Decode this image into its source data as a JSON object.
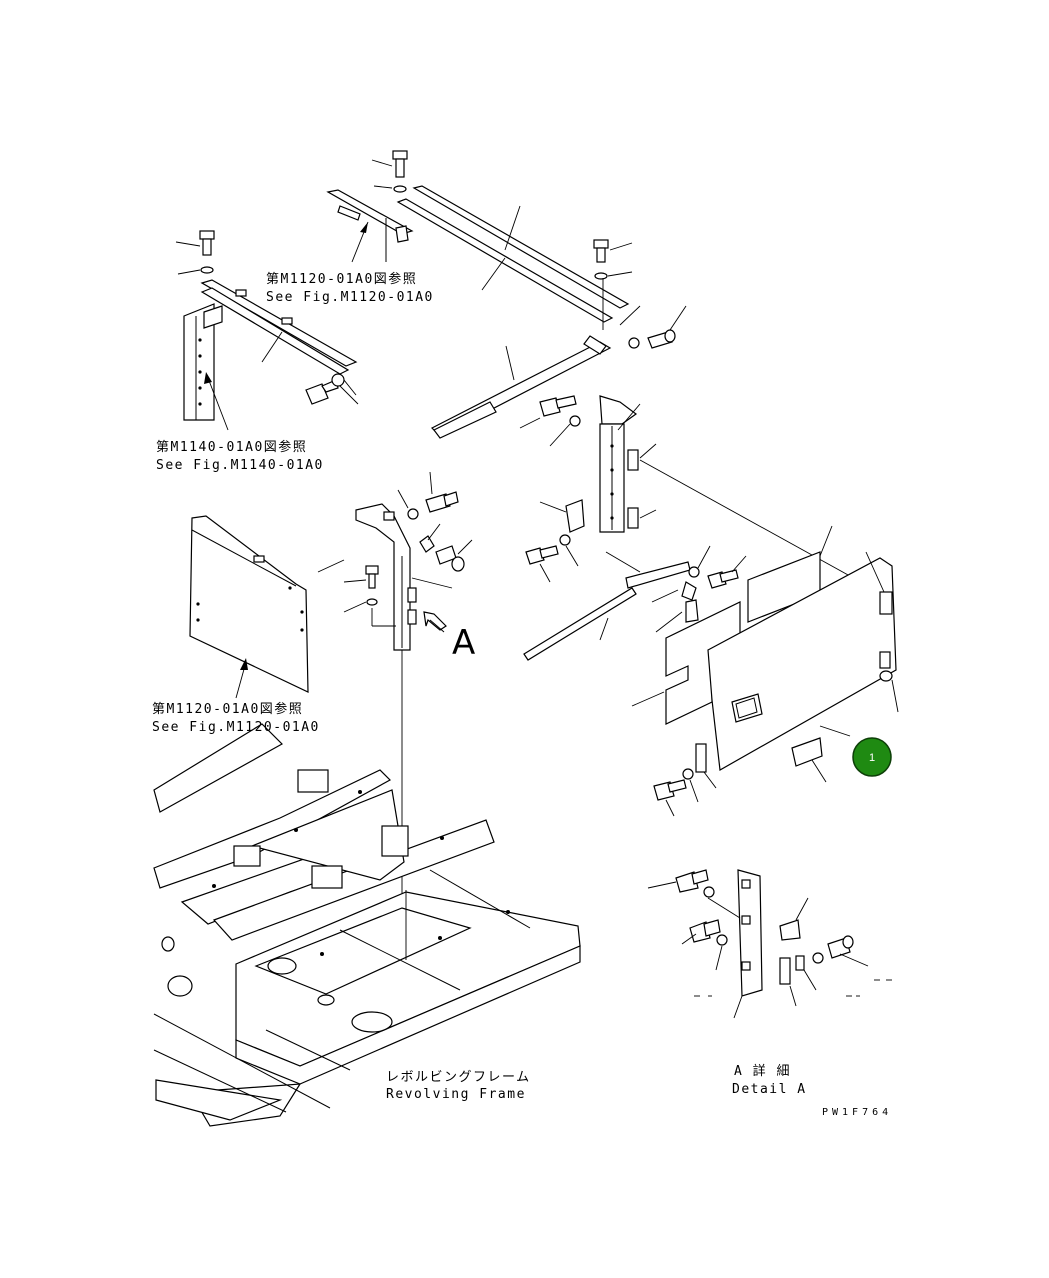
{
  "labels": {
    "ref_top_jp": "第M1120-01A0図参照",
    "ref_top_en": "See Fig.M1120-01A0",
    "ref_left_jp": "第M1140-01A0図参照",
    "ref_left_en": "See Fig.M1140-01A0",
    "ref_panel_jp": "第M1120-01A0図参照",
    "ref_panel_en": "See Fig.M1120-01A0",
    "view_arrow": "A",
    "frame_jp": "レボルビングフレーム",
    "frame_en": "Revolving Frame",
    "detail_jp": "A 詳 細",
    "detail_en": "Detail A",
    "drawing_code": "PW1F764"
  },
  "badge": {
    "number": "1",
    "color": "#1f8a12",
    "text_color": "#ffffff"
  },
  "colors": {
    "line": "#000000",
    "background": "#ffffff"
  }
}
